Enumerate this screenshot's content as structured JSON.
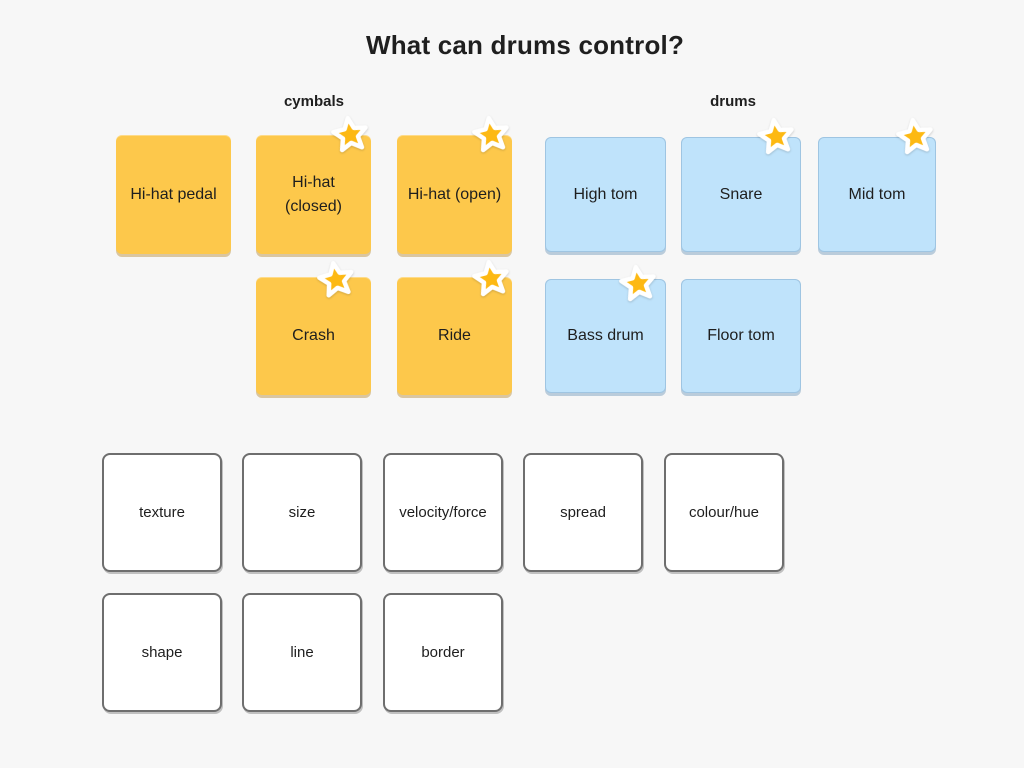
{
  "page": {
    "title": "What can drums control?",
    "background_color": "#F7F7F7"
  },
  "groups": [
    {
      "label": "cymbals",
      "card_color": "#FDC84B",
      "cards": [
        {
          "label": "Hi-hat pedal",
          "starred": false
        },
        {
          "label": "Hi-hat (closed)",
          "starred": true
        },
        {
          "label": "Hi-hat (open)",
          "starred": true
        },
        {
          "label": "Crash",
          "starred": true
        },
        {
          "label": "Ride",
          "starred": true
        }
      ]
    },
    {
      "label": "drums",
      "card_color": "#BFE3FB",
      "cards": [
        {
          "label": "High tom",
          "starred": false
        },
        {
          "label": "Snare",
          "starred": true
        },
        {
          "label": "Mid tom",
          "starred": true
        },
        {
          "label": "Bass drum",
          "starred": true
        },
        {
          "label": "Floor tom",
          "starred": false
        }
      ]
    }
  ],
  "option_cards": [
    {
      "label": "texture"
    },
    {
      "label": "size"
    },
    {
      "label": "velocity/force"
    },
    {
      "label": "spread"
    },
    {
      "label": "colour/hue"
    },
    {
      "label": "shape"
    },
    {
      "label": "line"
    },
    {
      "label": "border"
    }
  ],
  "colors": {
    "star_fill": "#FDB913",
    "star_outline": "#FFFFFF",
    "option_card_border": "#6E6E6E",
    "text": "#1E1E1E"
  }
}
